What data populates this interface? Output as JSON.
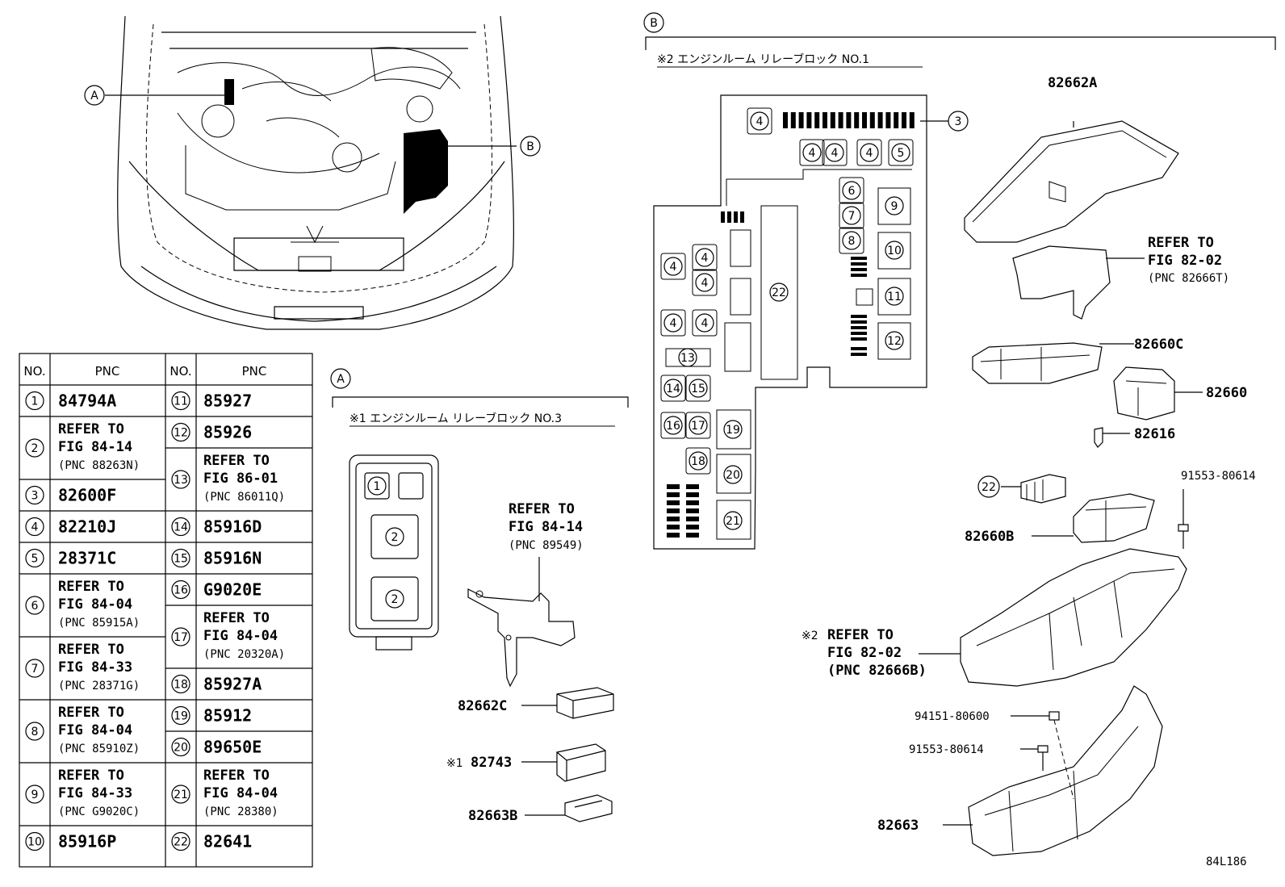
{
  "markers": {
    "a": "A",
    "b": "B"
  },
  "sections": {
    "a_title": "※1 エンジンルーム リレーブロック NO.3",
    "b_title": "※2 エンジンルーム リレーブロック NO.1"
  },
  "table": {
    "col_no": "NO.",
    "col_pnc": "PNC",
    "rows": [
      {
        "no": "1",
        "pnc": [
          "84794A"
        ]
      },
      {
        "no": "2",
        "pnc": [
          "REFER TO",
          "FIG 84-14",
          "(PNC 88263N)"
        ]
      },
      {
        "no": "3",
        "pnc": [
          "82600F"
        ]
      },
      {
        "no": "4",
        "pnc": [
          "82210J"
        ]
      },
      {
        "no": "5",
        "pnc": [
          "28371C"
        ]
      },
      {
        "no": "6",
        "pnc": [
          "REFER TO",
          "FIG 84-04",
          "(PNC 85915A)"
        ]
      },
      {
        "no": "7",
        "pnc": [
          "REFER TO",
          "FIG 84-33",
          "(PNC 28371G)"
        ]
      },
      {
        "no": "8",
        "pnc": [
          "REFER TO",
          "FIG 84-04",
          "(PNC 85910Z)"
        ]
      },
      {
        "no": "9",
        "pnc": [
          "REFER TO",
          "FIG 84-33",
          "(PNC G9020C)"
        ]
      },
      {
        "no": "10",
        "pnc": [
          "85916P"
        ]
      },
      {
        "no": "11",
        "pnc": [
          "85927"
        ]
      },
      {
        "no": "12",
        "pnc": [
          "85926"
        ]
      },
      {
        "no": "13",
        "pnc": [
          "REFER TO",
          "FIG 86-01",
          "(PNC 86011Q)"
        ]
      },
      {
        "no": "14",
        "pnc": [
          "85916D"
        ]
      },
      {
        "no": "15",
        "pnc": [
          "85916N"
        ]
      },
      {
        "no": "16",
        "pnc": [
          "G9020E"
        ]
      },
      {
        "no": "17",
        "pnc": [
          "REFER TO",
          "FIG 84-04",
          "(PNC 20320A)"
        ]
      },
      {
        "no": "18",
        "pnc": [
          "85927A"
        ]
      },
      {
        "no": "19",
        "pnc": [
          "85912"
        ]
      },
      {
        "no": "20",
        "pnc": [
          "89650E"
        ]
      },
      {
        "no": "21",
        "pnc": [
          "REFER TO",
          "FIG 84-04",
          "(PNC 28380)"
        ]
      },
      {
        "no": "22",
        "pnc": [
          "82641"
        ]
      }
    ]
  },
  "block_a": {
    "slots": [
      "1",
      "2",
      "2"
    ]
  },
  "block_b": {
    "slots": [
      "4",
      "3",
      "4",
      "4",
      "4",
      "5",
      "6",
      "7",
      "8",
      "9",
      "10",
      "11",
      "12",
      "22",
      "4",
      "4",
      "4",
      "4",
      "4",
      "13",
      "14",
      "15",
      "16",
      "17",
      "18",
      "19",
      "20",
      "21"
    ]
  },
  "labels": {
    "ref_89549": [
      "REFER TO",
      "FIG 84-14",
      "(PNC 89549)"
    ],
    "p82662C": "82662C",
    "mark1": "※1",
    "p82743": "82743",
    "p82663B": "82663B",
    "p82662A": "82662A",
    "ref_82666T": [
      "REFER TO",
      "FIG 82-02",
      "(PNC 82666T)"
    ],
    "p82660C": "82660C",
    "p82660": "82660",
    "p82616": "82616",
    "p91553_1": "91553-80614",
    "n22": "22",
    "p82660B": "82660B",
    "mark2": "※2",
    "ref_82666B": [
      "REFER TO",
      "FIG 82-02",
      "(PNC 82666B)"
    ],
    "p94151": "94151-80600",
    "p91553_2": "91553-80614",
    "p82663": "82663",
    "fig_code": "84L186"
  }
}
